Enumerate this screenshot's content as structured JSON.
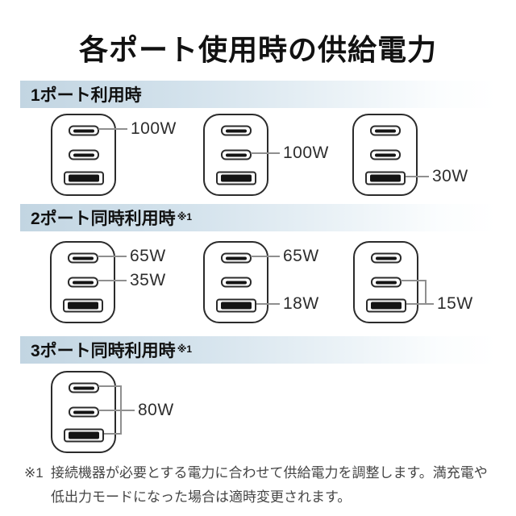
{
  "title": "各ポート使用時の供給電力",
  "sections": [
    {
      "label": "1ポート利用時",
      "sup": "",
      "chargers": [
        {
          "watts": {
            "top": "100W"
          }
        },
        {
          "watts": {
            "middle": "100W"
          }
        },
        {
          "watts": {
            "bottom": "30W"
          }
        }
      ]
    },
    {
      "label": "2ポート同時利用時",
      "sup": "※1",
      "chargers": [
        {
          "watts": {
            "top": "65W",
            "middle": "35W"
          }
        },
        {
          "watts": {
            "top": "65W",
            "bottom": "18W"
          }
        },
        {
          "watts": {
            "combined": "15W"
          }
        }
      ]
    },
    {
      "label": "3ポート同時利用時",
      "sup": "※1",
      "chargers": [
        {
          "watts": {
            "combined": "80W"
          }
        }
      ]
    }
  ],
  "ports": [
    "usb-c",
    "usb-c",
    "usb-a"
  ],
  "footnote": {
    "marker": "※1",
    "line1": "接続機器が必要とする電力に合わせて供給電力を調整します。満充電や",
    "line2": "低出力モードになった場合は適時変更されます。"
  },
  "colors": {
    "header_bar_start": "#c2d5e2",
    "header_bar_end": "#ffffff",
    "callout_line": "#8f8f8f",
    "charger_outline": "#2b2b2b",
    "text": "#111111",
    "footnote_text": "#454545"
  }
}
